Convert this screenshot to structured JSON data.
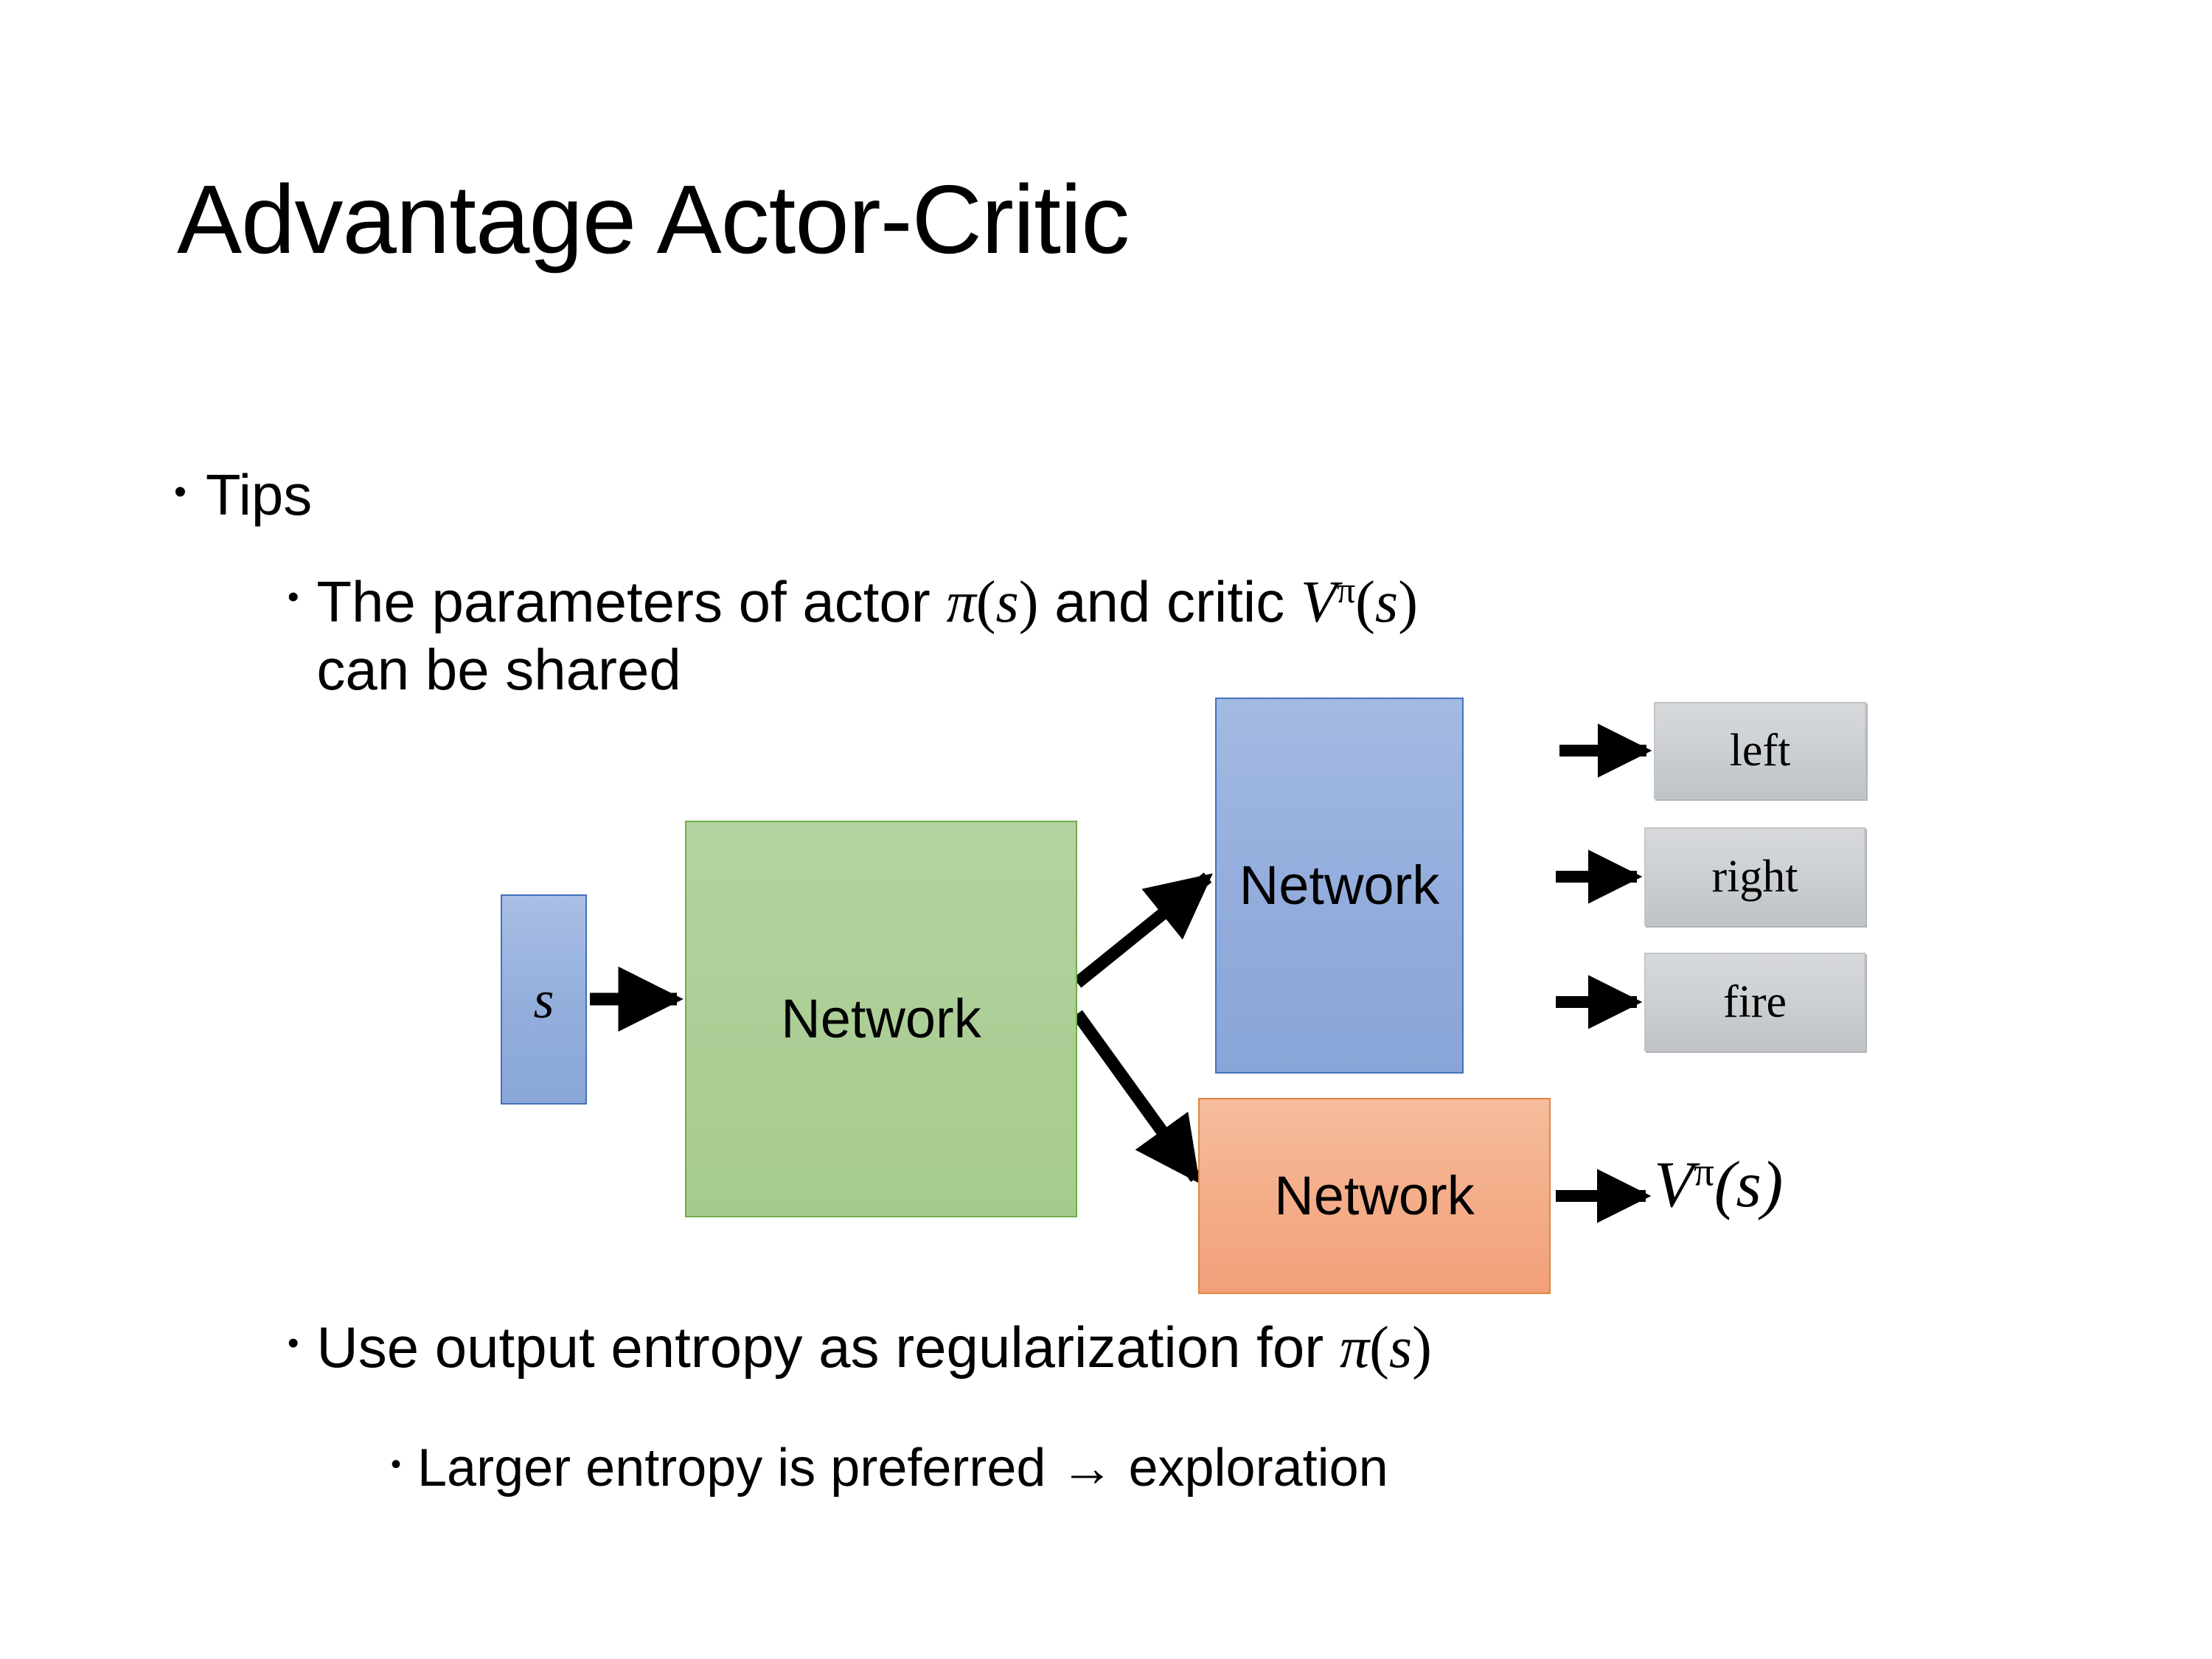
{
  "slide": {
    "title": "Advantage Actor-Critic",
    "background": "#ffffff"
  },
  "bullets": {
    "tips": {
      "marker": "•",
      "text": "Tips"
    },
    "parameters": {
      "marker": "•",
      "line1_pre": "The parameters of actor ",
      "math_pi": "π(s)",
      "line1_mid": "  and critic ",
      "math_v": "Vπ(s)",
      "line2": "can be shared"
    },
    "entropy": {
      "marker": "•",
      "pre": "Use output entropy as regularization for ",
      "math_pi": "π(s)"
    },
    "larger": {
      "marker": "•",
      "text": "Larger entropy is preferred → exploration"
    }
  },
  "diagram": {
    "state_box": {
      "label": "s",
      "fill": "#93AEDC",
      "border": "#4472B8"
    },
    "shared_network": {
      "label": "Network",
      "fill": "#ABCE95",
      "border": "#70AD47"
    },
    "actor_network": {
      "label": "Network",
      "fill": "#93ACDC",
      "border": "#4472B8"
    },
    "critic_network": {
      "label": "Network",
      "fill": "#F4AF8B",
      "border": "#E1853C"
    },
    "actions": [
      {
        "label": "left",
        "fill": "#CFD2D5"
      },
      {
        "label": "right",
        "fill": "#CFD2D5"
      },
      {
        "label": "fire",
        "fill": "#CFD2D5"
      }
    ],
    "critic_output": {
      "base": "V",
      "superscript": "π",
      "argument": "(s)"
    },
    "arrow_color": "#000000"
  }
}
